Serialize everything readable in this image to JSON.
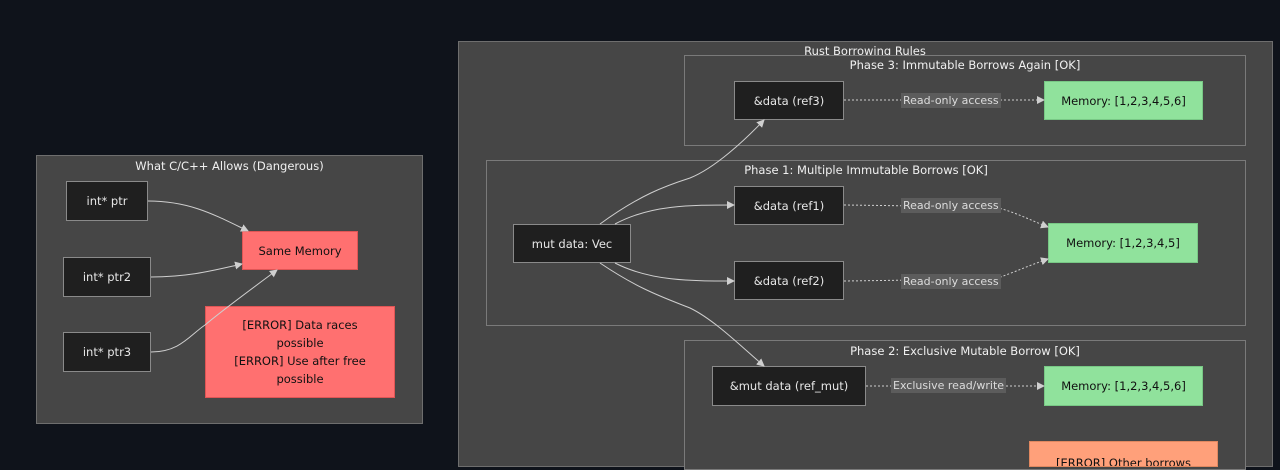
{
  "left_cluster": {
    "title": "What C/C++ Allows (Dangerous)",
    "nodes": {
      "ptr": "int* ptr",
      "ptr2": "int* ptr2",
      "ptr3": "int* ptr3",
      "same_memory": "Same Memory",
      "error_line1": "[ERROR] Data races",
      "error_line2": "possible",
      "error_line3": "[ERROR] Use after free",
      "error_line4": "possible"
    }
  },
  "right_cluster": {
    "title": "Rust Borrowing Rules",
    "phase1": {
      "title": "Phase 1: Multiple Immutable Borrows [OK]",
      "ref1": "&data (ref1)",
      "ref2": "&data (ref2)",
      "memory": "Memory: [1,2,3,4,5]",
      "edge1": "Read-only access",
      "edge2": "Read-only access"
    },
    "phase2": {
      "title": "Phase 2: Exclusive Mutable Borrow [OK]",
      "ref_mut": "&mut data (ref_mut)",
      "memory": "Memory: [1,2,3,4,5,6]",
      "edge": "Exclusive read/write",
      "error_partial": "[ERROR] Other borrows"
    },
    "phase3": {
      "title": "Phase 3: Immutable Borrows Again [OK]",
      "ref3": "&data (ref3)",
      "memory": "Memory: [1,2,3,4,5,6]",
      "edge": "Read-only access"
    },
    "source": "mut data: Vec"
  },
  "colors": {
    "background": "#0f131b",
    "cluster": "#464646",
    "dark_node": "#1f1f1f",
    "error_node": "#ff7070",
    "memory_node": "#90e29c",
    "warning_node": "#ffa07a",
    "edge": "#cfcfcf"
  }
}
